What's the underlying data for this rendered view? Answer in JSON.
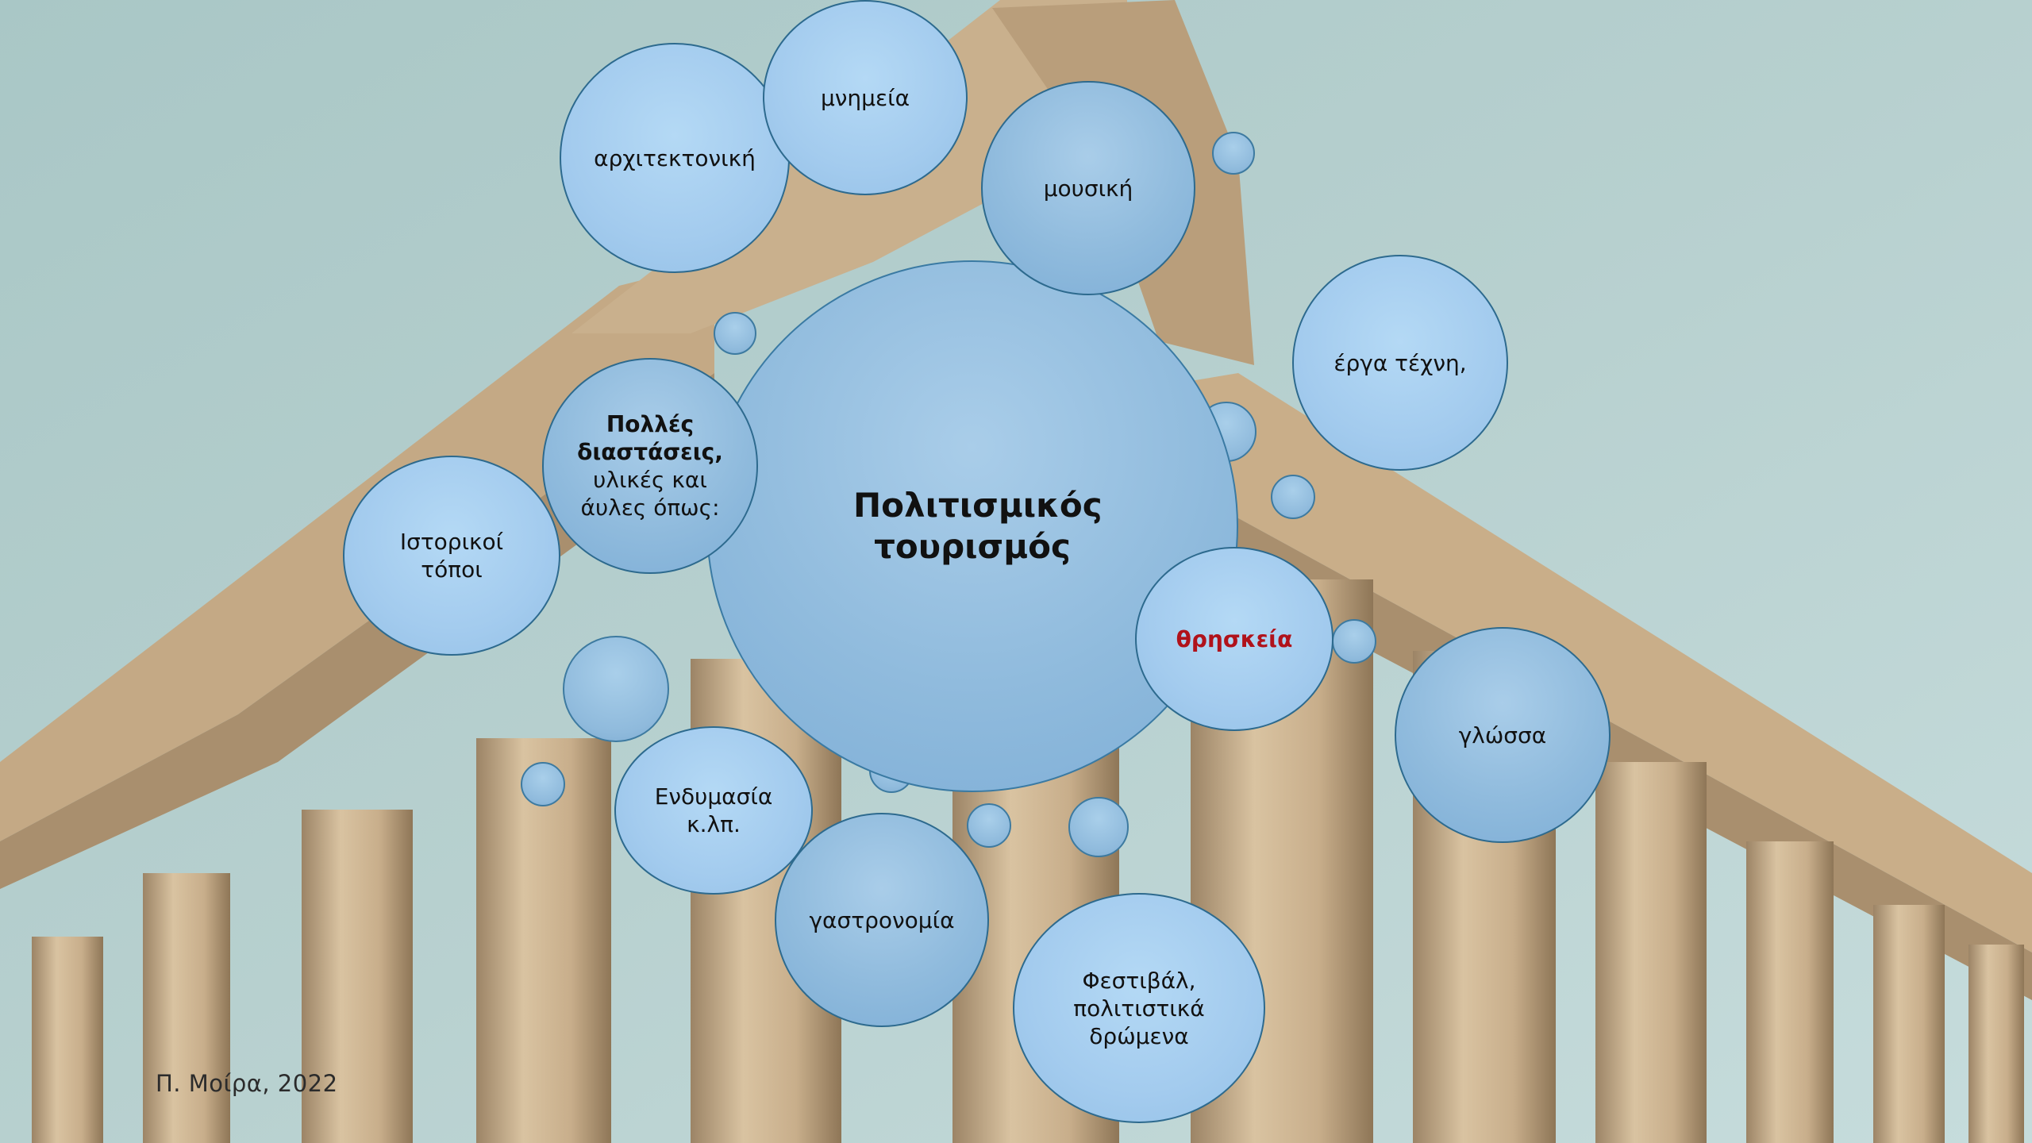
{
  "diagram": {
    "center": "Πολιτισμικός τουρισμός",
    "intro": {
      "bold_lines": [
        "Πολλές",
        "διαστάσεις,"
      ],
      "regular_lines": [
        "υλικές και",
        "άυλες όπως:"
      ]
    },
    "topics": {
      "architecture": "αρχιτεκτονική",
      "monuments": "μνημεία",
      "music": "μουσική",
      "artworks": "έργα τέχνη,",
      "religion": "θρησκεία",
      "language": "γλώσσα",
      "festivals": "Φεστιβάλ, πολιτιστικά δρώμενα",
      "gastronomy": "γαστρονομία",
      "clothing": "Ενδυμασία κ.λπ.",
      "historic_sites": "Ιστορικοί τόποι"
    },
    "highlight_color": "#b0121b"
  },
  "footer": {
    "author": "Π. Μοίρα,  2022"
  }
}
